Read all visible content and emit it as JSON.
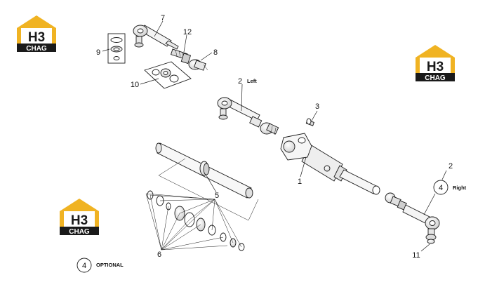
{
  "logo": {
    "letters": "H3",
    "name": "CHAG",
    "gold": "#f0b323",
    "dark": "#1a1a1a"
  },
  "callouts": {
    "c1": "1",
    "c2_left": "2",
    "c2_right": "2",
    "c3": "3",
    "c4_right": "4",
    "c4_legend": "4",
    "c5": "5",
    "c6": "6",
    "c7": "7",
    "c8": "8",
    "c9": "9",
    "c10": "10",
    "c11": "11",
    "c12": "12"
  },
  "labels": {
    "left": "Left",
    "right": "Right",
    "optional": "OPTIONAL"
  }
}
